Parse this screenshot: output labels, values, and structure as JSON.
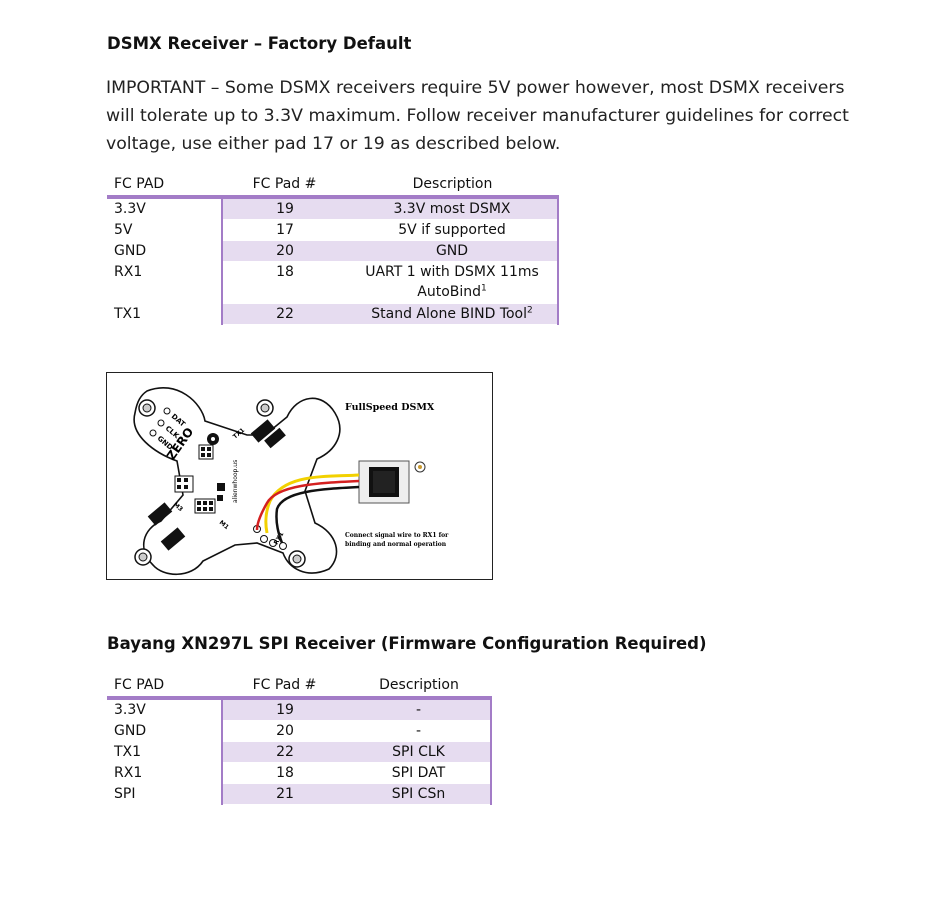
{
  "section1": {
    "heading": "DSMX Receiver – Factory Default",
    "paragraph_lines": [
      "IMPORTANT – Some DSMX receivers require 5V power however, most DSMX receivers",
      "will tolerate up to 3.3V maximum. Follow receiver manufacturer guidelines for correct",
      "voltage, use either pad 17 or 19 as described below."
    ],
    "table": {
      "headers": [
        "FC PAD",
        "FC Pad #",
        "Description"
      ],
      "rows": [
        {
          "pad": "3.3V",
          "num": "19",
          "desc": "3.3V most DSMX"
        },
        {
          "pad": "5V",
          "num": "17",
          "desc": "5V if supported"
        },
        {
          "pad": "GND",
          "num": "20",
          "desc": "GND"
        },
        {
          "pad": "RX1",
          "num": "18",
          "desc": "UART 1 with DSMX 11ms",
          "desc2": "AutoBind",
          "sup": "1"
        },
        {
          "pad": "TX1",
          "num": "22",
          "desc": "Stand Alone BIND Tool",
          "sup": "2"
        }
      ]
    }
  },
  "figure": {
    "title": "FullSpeed DSMX",
    "caption_lines": [
      "Connect signal wire to RX1 for",
      "binding and normal operation"
    ],
    "board_labels": {
      "dat": "DAT",
      "clk": "CLK",
      "gnd": "GND",
      "logo": "ZERO",
      "url": "alienwhoop.us",
      "tx1": "TX1",
      "rx1": "RX1",
      "m3": "M3",
      "m1": "M1"
    },
    "wire_colors": {
      "yellow": "#f2d100",
      "red": "#d42020",
      "black": "#111111"
    }
  },
  "section2": {
    "heading": "Bayang XN297L SPI Receiver (Firmware Configuration Required)",
    "table": {
      "headers": [
        "FC PAD",
        "FC Pad #",
        "Description"
      ],
      "rows": [
        {
          "pad": "3.3V",
          "num": "19",
          "desc": "-"
        },
        {
          "pad": "GND",
          "num": "20",
          "desc": "-"
        },
        {
          "pad": "TX1",
          "num": "22",
          "desc": "SPI CLK"
        },
        {
          "pad": "RX1",
          "num": "18",
          "desc": "SPI DAT"
        },
        {
          "pad": "SPI",
          "num": "21",
          "desc": "SPI CSn"
        }
      ]
    }
  },
  "colors": {
    "accent": "#a37cc7",
    "row_fill": "#e6dcf0"
  }
}
